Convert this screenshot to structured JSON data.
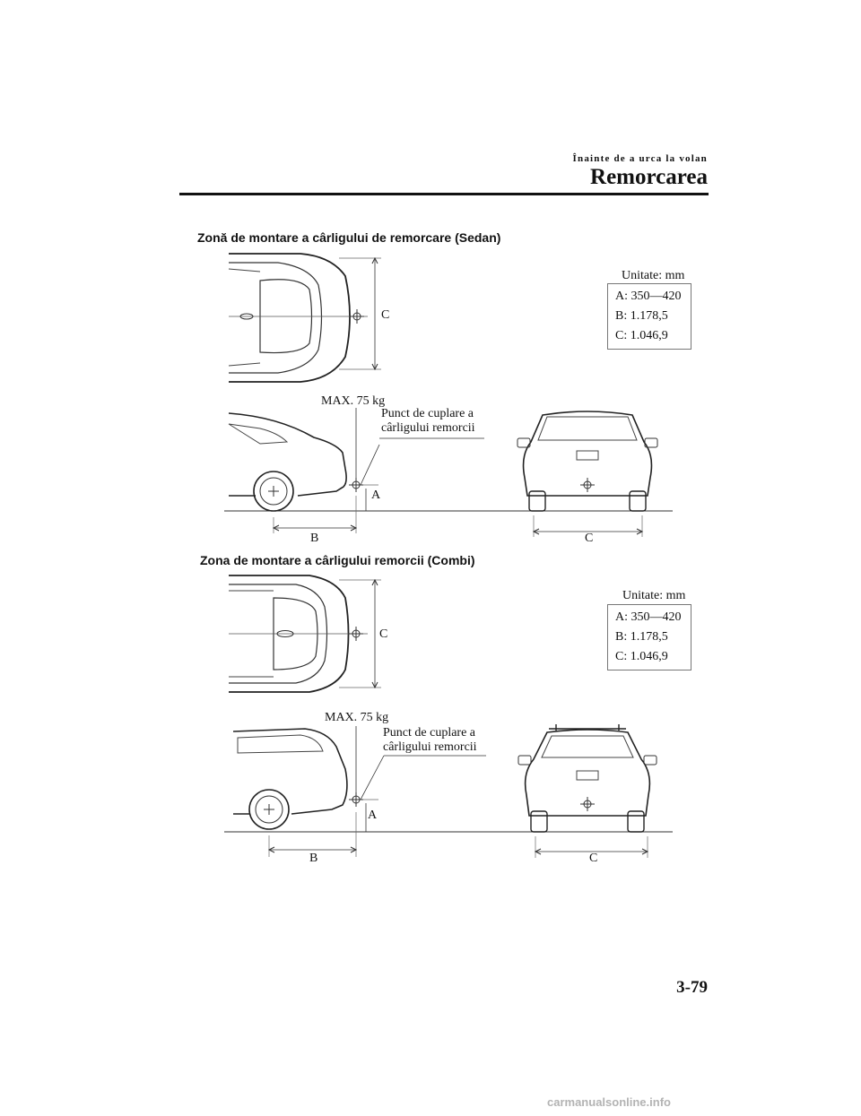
{
  "header": {
    "chapter": "Înainte de a urca la volan",
    "title": "Remorcarea"
  },
  "sections": [
    {
      "heading": "Zonă de montare a cârligului de remorcare (Sedan)",
      "units": "Unitate: mm",
      "specs": [
        "A: 350—420",
        "B: 1.178,5",
        "C: 1.046,9"
      ],
      "max_load": "MAX. 75 kg",
      "coupling_label_line1": "Punct de cuplare a",
      "coupling_label_line2": "cârligului remorcii",
      "dim_a": "A",
      "dim_b": "B",
      "dim_c_top": "C",
      "dim_c_rear": "C"
    },
    {
      "heading": "Zona de montare a cârligului remorcii (Combi)",
      "units": "Unitate: mm",
      "specs": [
        "A: 350—420",
        "B: 1.178,5",
        "C: 1.046,9"
      ],
      "max_load": "MAX. 75 kg",
      "coupling_label_line1": "Punct de cuplare a",
      "coupling_label_line2": "cârligului remorcii",
      "dim_a": "A",
      "dim_b": "B",
      "dim_c_top": "C",
      "dim_c_rear": "C"
    }
  ],
  "footer": {
    "page_number": "3-79",
    "watermark": "carmanualsonline.info"
  }
}
